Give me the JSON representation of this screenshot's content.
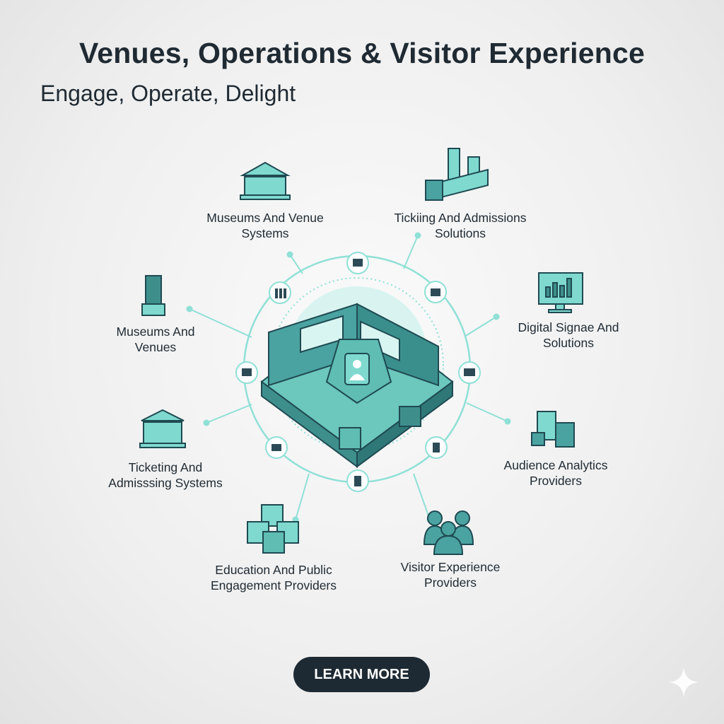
{
  "header": {
    "title": "Venues, Operations & Visitor Experience",
    "subtitle": "Engage, Operate, Delight"
  },
  "nodes": [
    {
      "label_line1": "Museums And Venue",
      "label_line2": "Systems",
      "icon": "museum-building-icon"
    },
    {
      "label_line1": "Tickiing And Admissions",
      "label_line2": "Solutions",
      "icon": "truck-tanks-icon"
    },
    {
      "label_line1": "Museums And",
      "label_line2": "Venues",
      "icon": "tower-icon"
    },
    {
      "label_line1": "Digital Signae And",
      "label_line2": "Solutions",
      "icon": "monitor-chart-icon"
    },
    {
      "label_line1": "Ticketing And",
      "label_line2": "Admisssing Systems",
      "icon": "museum-building-icon"
    },
    {
      "label_line1": "Audience Analytics",
      "label_line2": "Providers",
      "icon": "building-blocks-icon"
    },
    {
      "label_line1": "Education And Public",
      "label_line2": "Engagement Providers",
      "icon": "cubes-icon"
    },
    {
      "label_line1": "Visitor Experience",
      "label_line2": "Providers",
      "icon": "people-group-icon"
    }
  ],
  "cta": {
    "label": "LEARN MORE"
  },
  "colors": {
    "accent": "#7fd9cf",
    "teal": "#3e8f8c",
    "dark": "#1e2a33"
  }
}
